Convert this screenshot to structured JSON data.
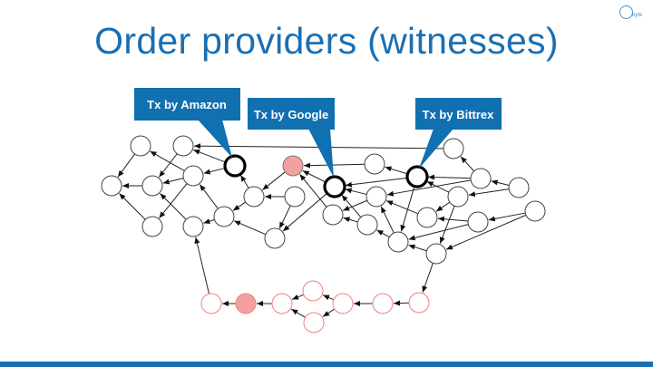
{
  "slide": {
    "title": "Order providers (witnesses)"
  },
  "logo": {
    "text": "byte"
  },
  "callouts": [
    {
      "label": "Tx by Amazon"
    },
    {
      "label": "Tx by Google"
    },
    {
      "label": "Tx by Bittrex"
    }
  ],
  "colors": {
    "accent": "#1170b0",
    "title": "#1a6fb3",
    "node_stroke": "#444444",
    "red_stroke": "#f08080",
    "red_fill": "#f4a0a0"
  }
}
